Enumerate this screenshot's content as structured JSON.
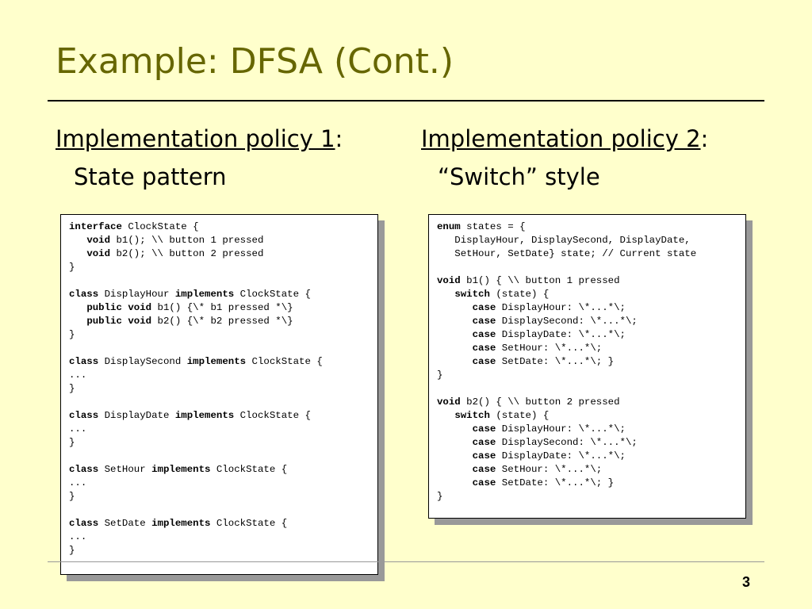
{
  "slide": {
    "title": "Example: DFSA (Cont.)",
    "page_number": "3"
  },
  "left": {
    "heading": "Implementation policy 1",
    "heading_suffix": ":",
    "subheading": "State pattern",
    "code": [
      [
        {
          "t": "interface",
          "k": true
        },
        {
          "t": " ClockState {"
        }
      ],
      [
        {
          "t": "   "
        },
        {
          "t": "void",
          "k": true
        },
        {
          "t": " b1(); \\\\ button 1 pressed"
        }
      ],
      [
        {
          "t": "   "
        },
        {
          "t": "void",
          "k": true
        },
        {
          "t": " b2(); \\\\ button 2 pressed"
        }
      ],
      [
        {
          "t": "}"
        }
      ],
      [],
      [
        {
          "t": "class",
          "k": true
        },
        {
          "t": " DisplayHour "
        },
        {
          "t": "implements",
          "k": true
        },
        {
          "t": " ClockState {"
        }
      ],
      [
        {
          "t": "   "
        },
        {
          "t": "public",
          "k": true
        },
        {
          "t": " "
        },
        {
          "t": "void",
          "k": true
        },
        {
          "t": " b1() {\\* b1 pressed *\\}"
        }
      ],
      [
        {
          "t": "   "
        },
        {
          "t": "public",
          "k": true
        },
        {
          "t": " "
        },
        {
          "t": "void",
          "k": true
        },
        {
          "t": " b2() {\\* b2 pressed *\\}"
        }
      ],
      [
        {
          "t": "}"
        }
      ],
      [],
      [
        {
          "t": "class",
          "k": true
        },
        {
          "t": " DisplaySecond "
        },
        {
          "t": "implements",
          "k": true
        },
        {
          "t": " ClockState {"
        }
      ],
      [
        {
          "t": "..."
        }
      ],
      [
        {
          "t": "}"
        }
      ],
      [],
      [
        {
          "t": "class",
          "k": true
        },
        {
          "t": " DisplayDate "
        },
        {
          "t": "implements",
          "k": true
        },
        {
          "t": " ClockState {"
        }
      ],
      [
        {
          "t": "..."
        }
      ],
      [
        {
          "t": "}"
        }
      ],
      [],
      [
        {
          "t": "class",
          "k": true
        },
        {
          "t": " SetHour "
        },
        {
          "t": "implements",
          "k": true
        },
        {
          "t": " ClockState {"
        }
      ],
      [
        {
          "t": "..."
        }
      ],
      [
        {
          "t": "}"
        }
      ],
      [],
      [
        {
          "t": "class",
          "k": true
        },
        {
          "t": " SetDate "
        },
        {
          "t": "implements",
          "k": true
        },
        {
          "t": " ClockState {"
        }
      ],
      [
        {
          "t": "..."
        }
      ],
      [
        {
          "t": "}"
        }
      ]
    ]
  },
  "right": {
    "heading": "Implementation policy 2",
    "heading_suffix": ":",
    "subheading": "“Switch” style",
    "code": [
      [
        {
          "t": "enum",
          "k": true
        },
        {
          "t": " states = {"
        }
      ],
      [
        {
          "t": "   DisplayHour, DisplaySecond, DisplayDate,"
        }
      ],
      [
        {
          "t": "   SetHour, SetDate} state; // Current state"
        }
      ],
      [],
      [
        {
          "t": "void",
          "k": true
        },
        {
          "t": " b1() { \\\\ button 1 pressed"
        }
      ],
      [
        {
          "t": "   "
        },
        {
          "t": "switch",
          "k": true
        },
        {
          "t": " (state) {"
        }
      ],
      [
        {
          "t": "      "
        },
        {
          "t": "case",
          "k": true
        },
        {
          "t": " DisplayHour: \\*...*\\;"
        }
      ],
      [
        {
          "t": "      "
        },
        {
          "t": "case",
          "k": true
        },
        {
          "t": " DisplaySecond: \\*...*\\;"
        }
      ],
      [
        {
          "t": "      "
        },
        {
          "t": "case",
          "k": true
        },
        {
          "t": " DisplayDate: \\*...*\\;"
        }
      ],
      [
        {
          "t": "      "
        },
        {
          "t": "case",
          "k": true
        },
        {
          "t": " SetHour: \\*...*\\;"
        }
      ],
      [
        {
          "t": "      "
        },
        {
          "t": "case",
          "k": true
        },
        {
          "t": " SetDate: \\*...*\\; }"
        }
      ],
      [
        {
          "t": "}"
        }
      ],
      [],
      [
        {
          "t": "void",
          "k": true
        },
        {
          "t": " b2() { \\\\ button 2 pressed"
        }
      ],
      [
        {
          "t": "   "
        },
        {
          "t": "switch",
          "k": true
        },
        {
          "t": " (state) {"
        }
      ],
      [
        {
          "t": "      "
        },
        {
          "t": "case",
          "k": true
        },
        {
          "t": " DisplayHour: \\*...*\\;"
        }
      ],
      [
        {
          "t": "      "
        },
        {
          "t": "case",
          "k": true
        },
        {
          "t": " DisplaySecond: \\*...*\\;"
        }
      ],
      [
        {
          "t": "      "
        },
        {
          "t": "case",
          "k": true
        },
        {
          "t": " DisplayDate: \\*...*\\;"
        }
      ],
      [
        {
          "t": "      "
        },
        {
          "t": "case",
          "k": true
        },
        {
          "t": " SetHour: \\*...*\\;"
        }
      ],
      [
        {
          "t": "      "
        },
        {
          "t": "case",
          "k": true
        },
        {
          "t": " SetDate: \\*...*\\; }"
        }
      ],
      [
        {
          "t": "}"
        }
      ]
    ]
  }
}
